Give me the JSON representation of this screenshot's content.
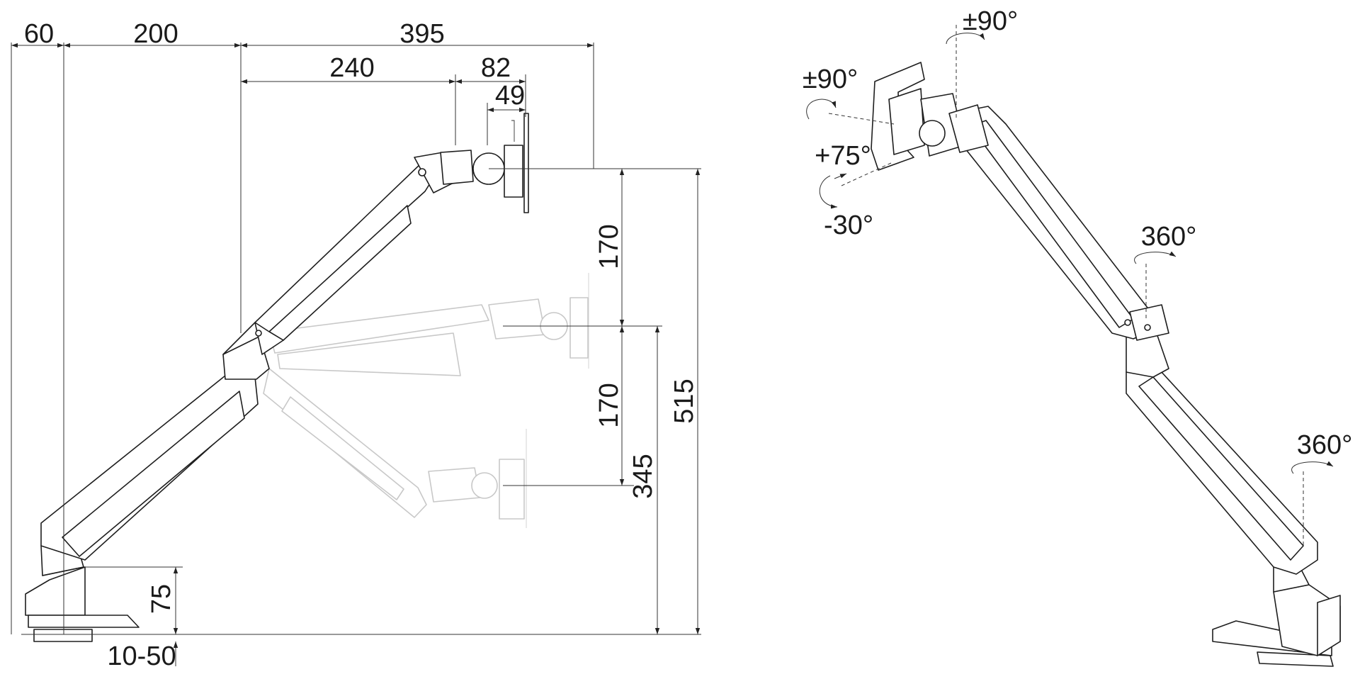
{
  "dimensions": {
    "top_row": [
      "60",
      "200",
      "395"
    ],
    "second_row": [
      "240",
      "82"
    ],
    "third_row": [
      "49"
    ],
    "vertical_upper": "170",
    "vertical_lower": "170",
    "vertical_mid": "345",
    "vertical_total": "515",
    "base_height": "75",
    "clamp_range": "10-50"
  },
  "rotations": {
    "top_swivel": "±90°",
    "side_rotate": "±90°",
    "tilt_up": "+75°",
    "tilt_down": "-30°",
    "elbow_swivel": "360°",
    "base_swivel": "360°"
  }
}
